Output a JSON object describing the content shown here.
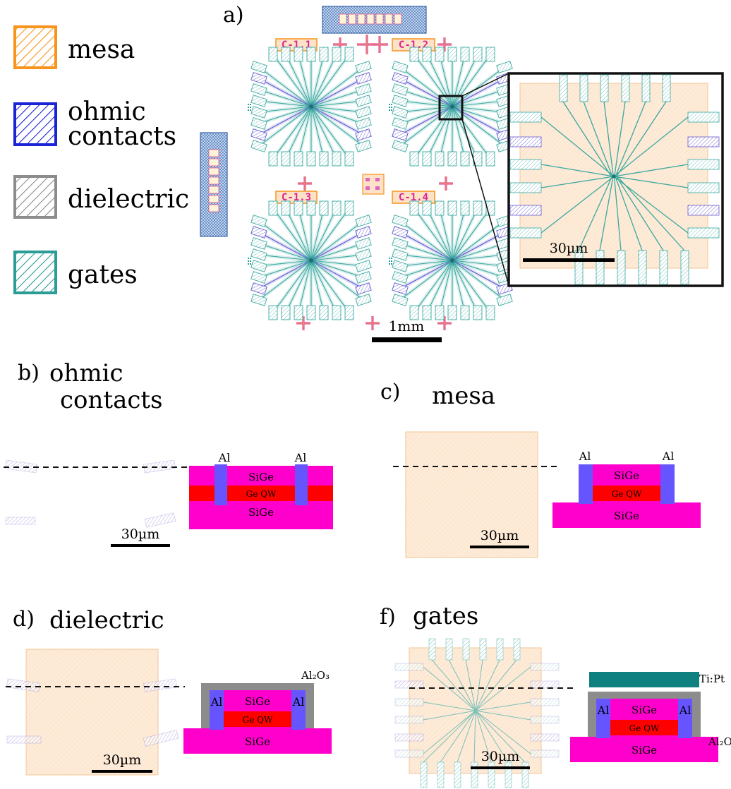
{
  "panel_a": {
    "label": "a)",
    "scale_label": "1mm",
    "inset_scale_label": "30µm",
    "chip_labels": [
      "C-1.1",
      "C-1.2",
      "C-1.3",
      "C-1.4"
    ]
  },
  "legend": {
    "items": [
      {
        "text": [
          "mesa"
        ],
        "color": "#f7941d"
      },
      {
        "text": [
          "ohmic",
          "contacts"
        ],
        "color": "#1a23d6"
      },
      {
        "text": [
          "dielectric"
        ],
        "color": "#8c8c8c"
      },
      {
        "text": [
          "gates"
        ],
        "color": "#2a9d96"
      }
    ]
  },
  "panel_b": {
    "label": "b)",
    "title": [
      "ohmic",
      "contacts"
    ],
    "scale_label": "30µm"
  },
  "panel_c": {
    "label": "c)",
    "title": "mesa",
    "scale_label": "30µm"
  },
  "panel_d": {
    "label": "d)",
    "title": "dielectric",
    "scale_label": "30µm"
  },
  "panel_f": {
    "label": "f)",
    "title": "gates",
    "scale_label": "30µm"
  },
  "stack": {
    "al": "Al",
    "sige": "SiGe",
    "ge_qw": "Ge QW",
    "al2o3": "Al₂O₃",
    "ti_pt": "Ti:Pt"
  },
  "colors": {
    "sige": "#ff00cc",
    "ge_qw": "#ff0000",
    "al": "#6655ff",
    "al2o3": "#8c8c8c",
    "ti_pt": "#0e8080",
    "mesa_fill": "#fdebd8",
    "gate": "#3aa8a0",
    "ohmic": "#3b3bd6",
    "bondpad": "#e066c0"
  }
}
